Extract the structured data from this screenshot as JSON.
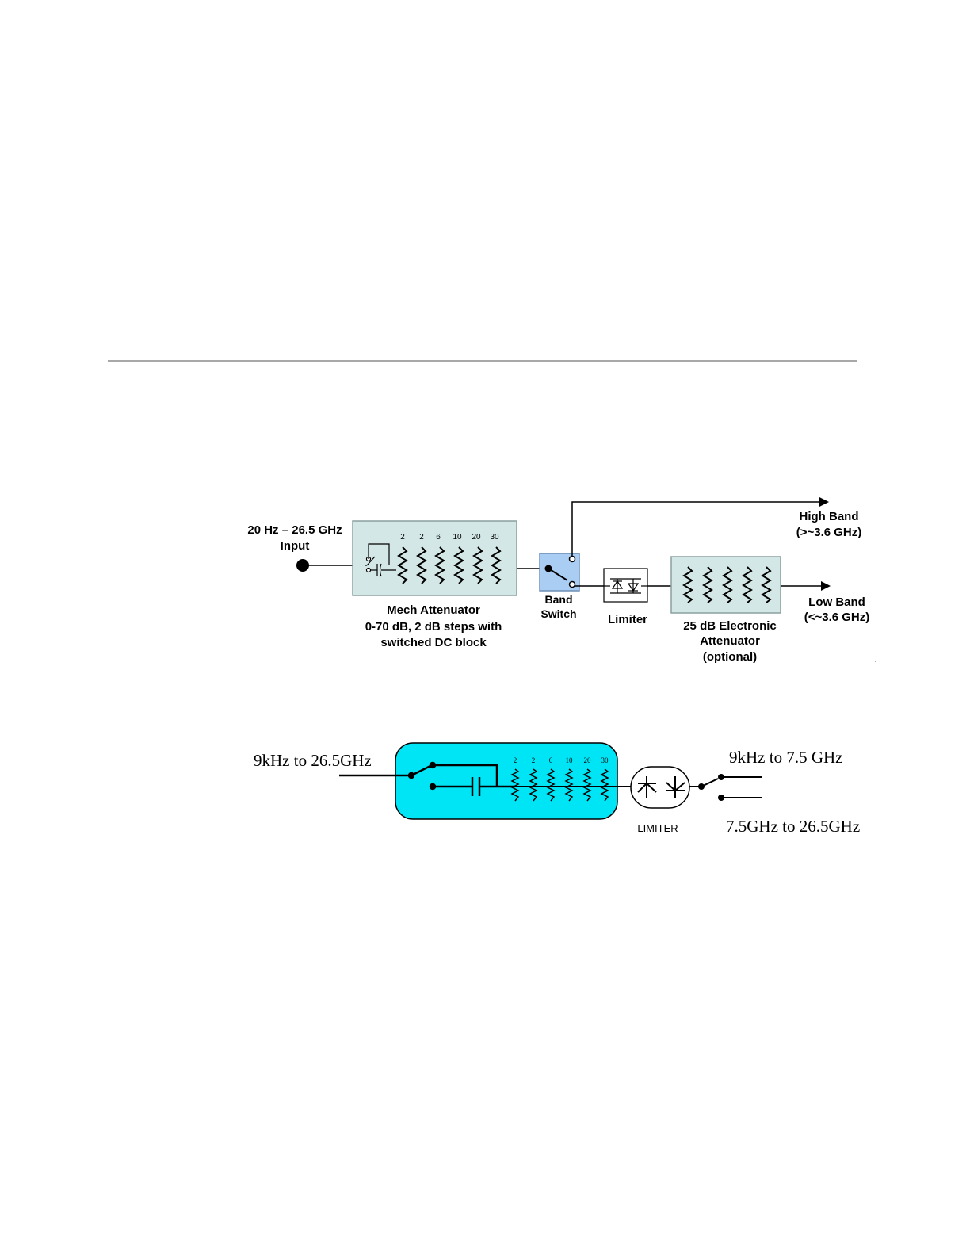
{
  "diagram1": {
    "input_label_line1": "20 Hz – 26.5 GHz",
    "input_label_line2": "Input",
    "mech_attenuator_steps": [
      "2",
      "2",
      "6",
      "10",
      "20",
      "30"
    ],
    "mech_label_line1": "Mech Attenuator",
    "mech_label_line2": "0-70 dB, 2 dB steps with",
    "mech_label_line3": "switched DC block",
    "band_switch_line1": "Band",
    "band_switch_line2": "Switch",
    "limiter_label": "Limiter",
    "elec_label_line1": "25 dB Electronic",
    "elec_label_line2": "Attenuator",
    "elec_label_line3": "(optional)",
    "high_band_line1": "High Band",
    "high_band_line2": "(>~3.6 GHz)",
    "low_band_line1": "Low Band",
    "low_band_line2": "(<~3.6 GHz)",
    "colors": {
      "box_fill": "#d3e8e6",
      "switch_fill": "#a9cdf3"
    }
  },
  "diagram2": {
    "input_label": "9kHz to 26.5GHz",
    "attenuator_steps": [
      "2",
      "2",
      "6",
      "10",
      "20",
      "30"
    ],
    "limiter_label": "LIMITER",
    "output_upper": "9kHz to 7.5 GHz",
    "output_lower": "7.5GHz to 26.5GHz",
    "colors": {
      "box_fill": "#00e5f5"
    }
  }
}
